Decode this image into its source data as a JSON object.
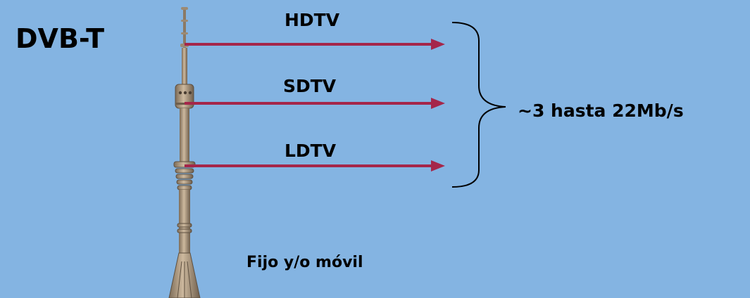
{
  "title": "DVB-T",
  "signals": [
    {
      "label": "HDTV"
    },
    {
      "label": "SDTV"
    },
    {
      "label": "LDTV"
    }
  ],
  "bitrate_label": "~3 hasta 22Mb/s",
  "reception_label": "Fijo y/o móvil",
  "colors": {
    "background": "#84b4e2",
    "arrow": "#a5264a",
    "tower": "#b39e84",
    "text": "#000000"
  },
  "icons": [
    "transmission-tower-icon",
    "curly-brace-icon",
    "arrow-icon"
  ]
}
